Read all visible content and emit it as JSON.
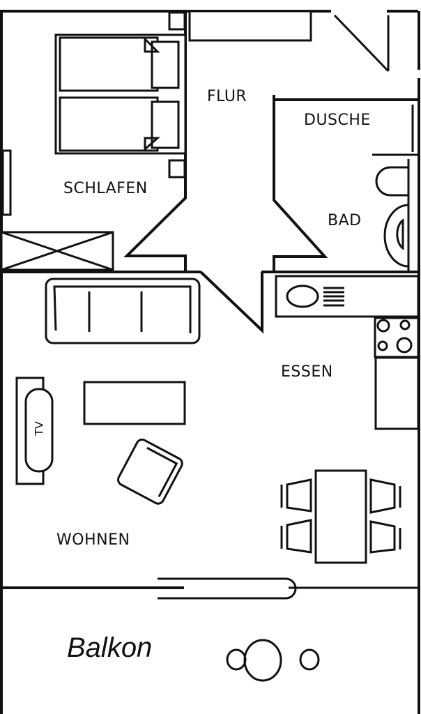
{
  "floorplan": {
    "rooms": [
      {
        "id": "flur",
        "label": "FLUR"
      },
      {
        "id": "dusche",
        "label": "DUSCHE"
      },
      {
        "id": "schlafen",
        "label": "SCHLAFEN"
      },
      {
        "id": "bad",
        "label": "BAD"
      },
      {
        "id": "essen",
        "label": "ESSEN"
      },
      {
        "id": "wohnen",
        "label": "WOHNEN"
      },
      {
        "id": "balkon",
        "label": "Balkon"
      }
    ],
    "furniture": {
      "tv_label": "TV"
    },
    "colors": {
      "line": "#111111",
      "background": "#ffffff"
    }
  }
}
